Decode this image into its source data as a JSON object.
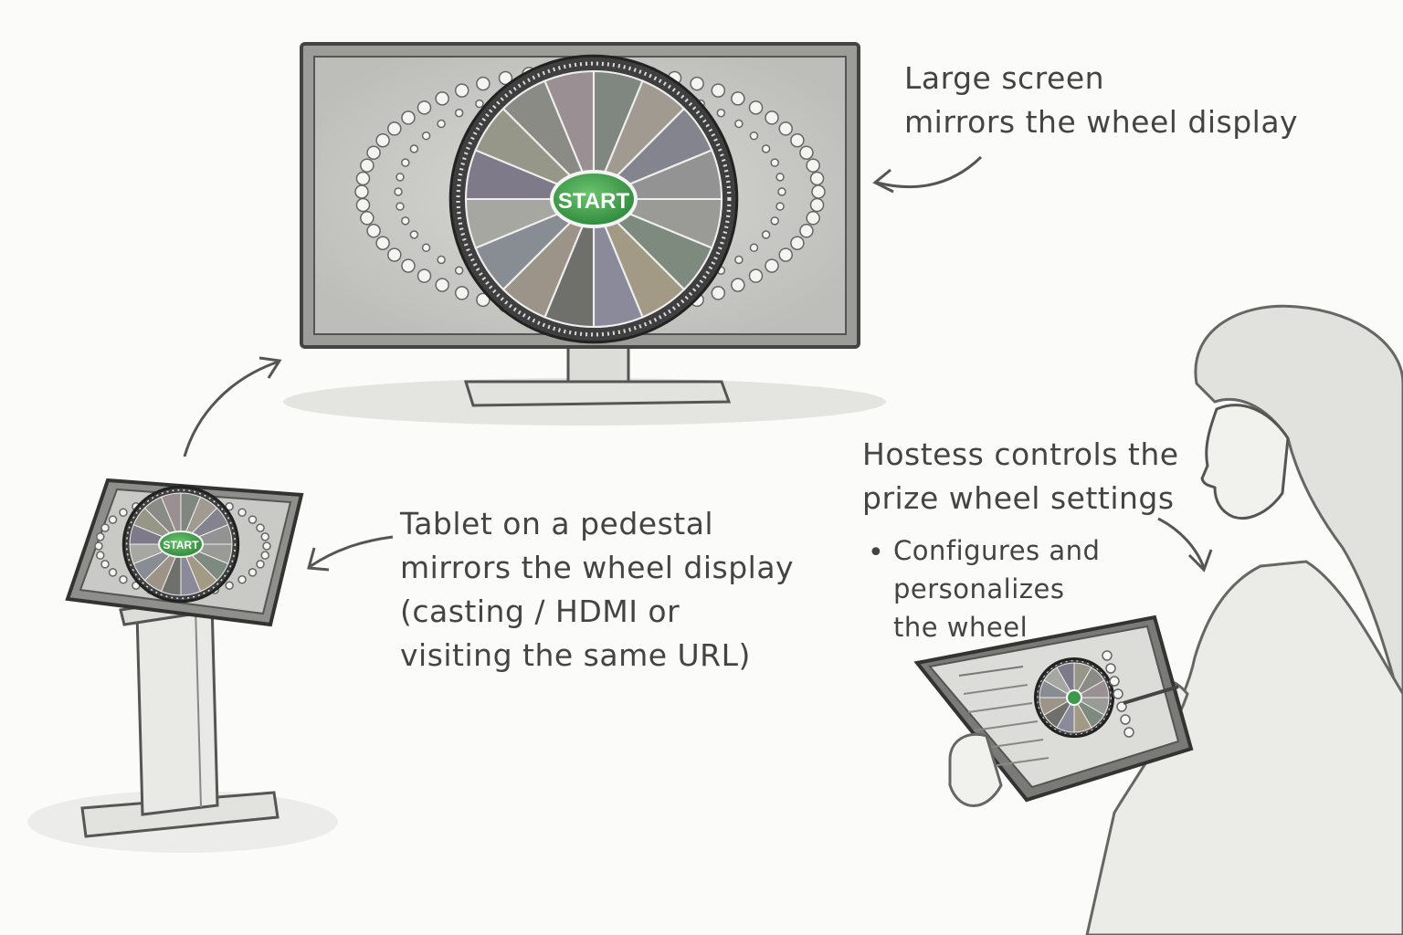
{
  "labels": {
    "large_screen": {
      "line1": "Large screen",
      "line2": "mirrors the wheel display"
    },
    "tablet_pedestal": {
      "line1": "Tablet on a pedestal",
      "line2": "mirrors the wheel display",
      "line3": "(casting / HDMI or",
      "line4": "visiting the same URL)"
    },
    "hostess": {
      "line1": "Hostess controls the",
      "line2": "prize wheel settings",
      "bullet": "•",
      "bullet_line1": "Configures  and",
      "bullet_line2": "personalizes",
      "bullet_line3": "the wheel"
    }
  },
  "wheel": {
    "start_label": "START",
    "start_color": "#3e9a4a"
  },
  "colors": {
    "sketch_line": "#555555",
    "paper": "#fbfbf9"
  }
}
